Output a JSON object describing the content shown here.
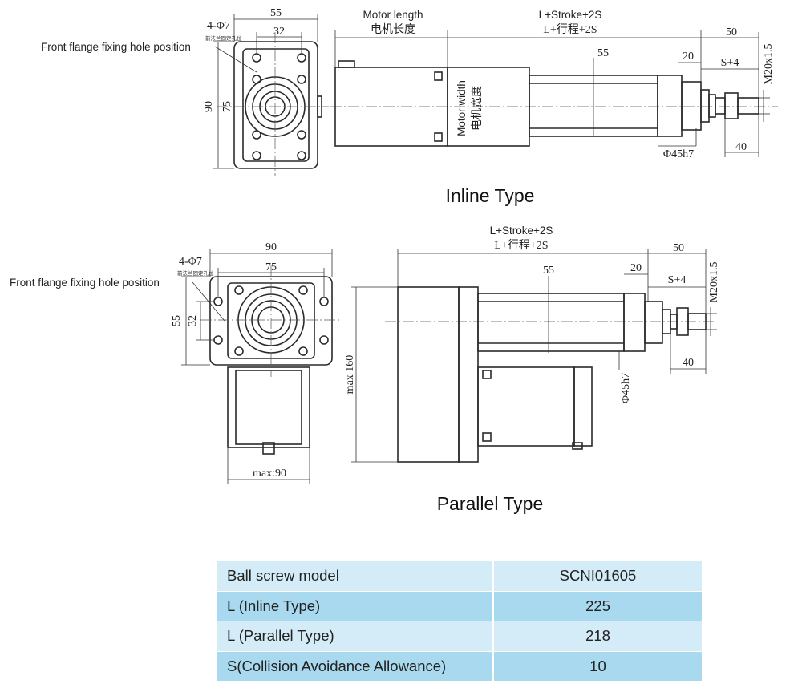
{
  "inline": {
    "title": "Inline Type",
    "hole_spec": "4-Φ7",
    "hole_note": "Front flange fixing hole position",
    "hole_note_cn": "前法兰固定孔位",
    "dim_55": "55",
    "dim_32": "32",
    "dim_90": "90",
    "dim_75": "75",
    "motor_length": "Motor length",
    "motor_length_cn": "电机长度",
    "stroke_label": "L+Stroke+2S",
    "stroke_label_cn": "L+行程+2S",
    "dim_50": "50",
    "dim_20": "20",
    "dim_rod": "55",
    "s_plus_4": "S+4",
    "thread": "M20x1.5",
    "motor_width": "Motor width",
    "motor_width_cn": "电机宽度",
    "rod_dia": "Φ45h7",
    "dim_40": "40"
  },
  "parallel": {
    "title": "Parallel Type",
    "hole_spec": "4-Φ7",
    "hole_note": "Front flange fixing hole position",
    "hole_note_cn": "前法兰固定孔位",
    "dim_90": "90",
    "dim_75": "75",
    "dim_55": "55",
    "dim_32": "32",
    "max_90": "max:90",
    "max_160": "max 160",
    "stroke_label": "L+Stroke+2S",
    "stroke_label_cn": "L+行程+2S",
    "dim_50": "50",
    "dim_20": "20",
    "dim_rod": "55",
    "s_plus_4": "S+4",
    "thread": "M20x1.5",
    "rod_dia": "Φ45h7",
    "dim_40": "40"
  },
  "table": {
    "rows": [
      {
        "label": "Ball screw model",
        "value": "SCNI01605"
      },
      {
        "label": "L (Inline Type)",
        "value": "225"
      },
      {
        "label": "L (Parallel Type)",
        "value": "218"
      },
      {
        "label": "S(Collision Avoidance Allowance)",
        "value": "10"
      }
    ]
  }
}
